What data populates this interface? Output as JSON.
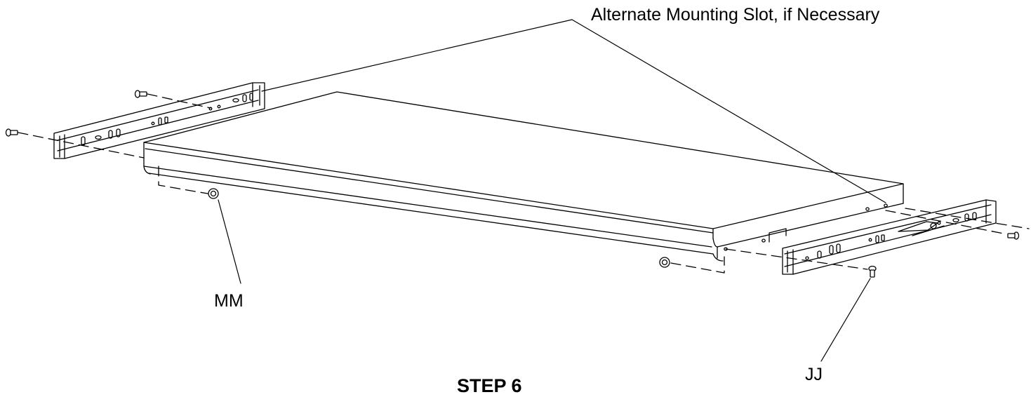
{
  "diagram": {
    "callout_slot": "Alternate Mounting Slot, if Necessary",
    "callout_mm": "MM",
    "callout_jj": "JJ",
    "step_title": "STEP 6",
    "line_color": "#000000",
    "background": "#ffffff"
  }
}
